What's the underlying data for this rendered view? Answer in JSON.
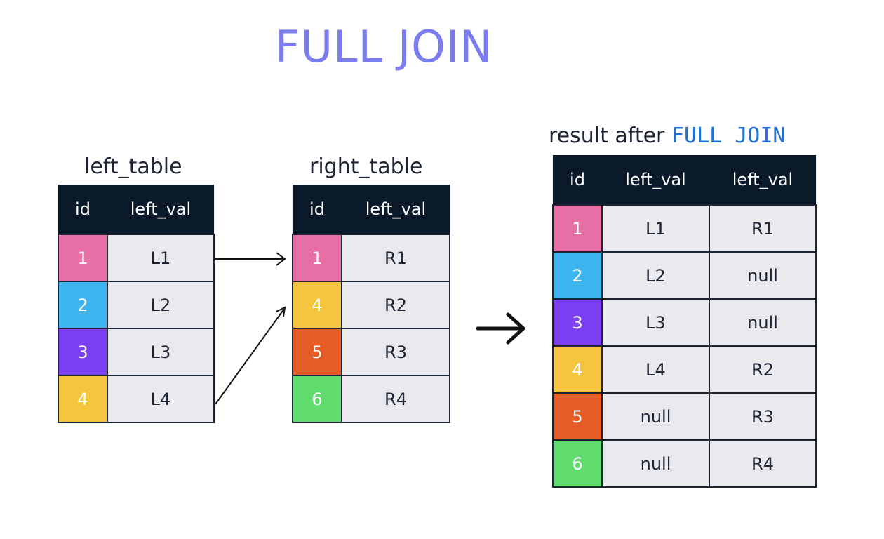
{
  "title": "FULL JOIN",
  "left_table": {
    "label": "left_table",
    "headers": [
      "id",
      "left_val"
    ],
    "rows": [
      {
        "id": "1",
        "val": "L1",
        "color": "#e66fa6"
      },
      {
        "id": "2",
        "val": "L2",
        "color": "#3db5f0"
      },
      {
        "id": "3",
        "val": "L3",
        "color": "#7b3ff2"
      },
      {
        "id": "4",
        "val": "L4",
        "color": "#f6c53f"
      }
    ]
  },
  "right_table": {
    "label": "right_table",
    "headers": [
      "id",
      "left_val"
    ],
    "rows": [
      {
        "id": "1",
        "val": "R1",
        "color": "#e66fa6"
      },
      {
        "id": "4",
        "val": "R2",
        "color": "#f6c53f"
      },
      {
        "id": "5",
        "val": "R3",
        "color": "#e65c26"
      },
      {
        "id": "6",
        "val": "R4",
        "color": "#5fdc6d"
      }
    ]
  },
  "result_table": {
    "label_prefix": "result after",
    "label_keyword": "FULL JOIN",
    "headers": [
      "id",
      "left_val",
      "left_val"
    ],
    "rows": [
      {
        "id": "1",
        "left": "L1",
        "right": "R1",
        "color": "#e66fa6"
      },
      {
        "id": "2",
        "left": "L2",
        "right": "null",
        "color": "#3db5f0"
      },
      {
        "id": "3",
        "left": "L3",
        "right": "null",
        "color": "#7b3ff2"
      },
      {
        "id": "4",
        "left": "L4",
        "right": "R2",
        "color": "#f6c53f"
      },
      {
        "id": "5",
        "left": "null",
        "right": "R3",
        "color": "#e65c26"
      },
      {
        "id": "6",
        "left": "null",
        "right": "R4",
        "color": "#5fdc6d"
      }
    ]
  }
}
